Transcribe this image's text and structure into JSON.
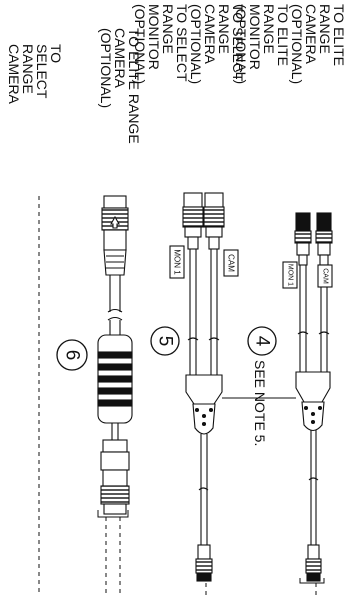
{
  "labels": {
    "col1": "TO ELITE RANGE\nCAMERA (OPTIONAL)\nTO ELITE RANGE\nMONITOR (OPTIONAL)",
    "col2": "TO SELECT RANGE\nCAMERA (OPTIONAL)\nTO SELECT RANGE\nMONITOR (OPTIONAL)",
    "col3": "TO ELITE RANGE\nCAMERA\n(OPTIONAL)",
    "col4": "TO\nSELECT\nRANGE\nCAMERA",
    "see_note": "SEE NOTE 5."
  },
  "callouts": {
    "n4": "4",
    "n5": "5",
    "n6": "6"
  },
  "tags": {
    "cam": "CAM",
    "mon1": "MON 1"
  },
  "colors": {
    "line": "#111111",
    "fill": "#ffffff",
    "dark": "#222222"
  }
}
